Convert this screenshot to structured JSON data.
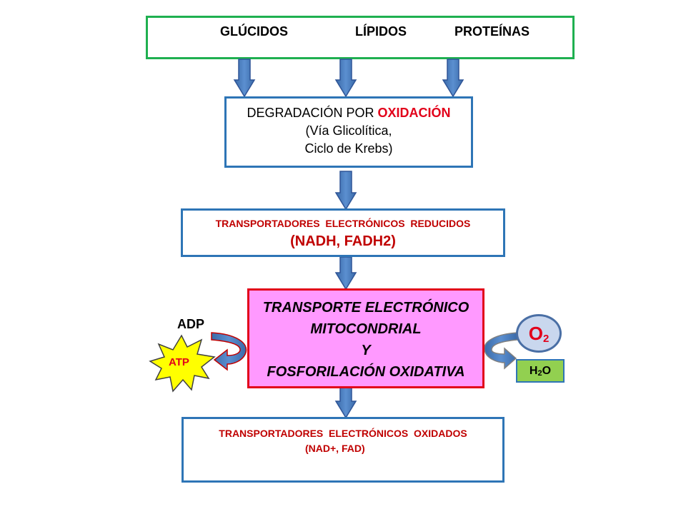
{
  "nutrients": [
    "GLÚCIDOS",
    "LÍPIDOS",
    "PROTEÍNAS"
  ],
  "degradation": {
    "prefix": "DEGRADACIÓN POR ",
    "highlight": "OXIDACIÓN",
    "line2": "(Vía Glicolítica,",
    "line3": "Ciclo de Krebs)"
  },
  "reduced": {
    "title": "TRANSPORTADORES  ELECTRÓNICOS  REDUCIDOS",
    "subtitle": "(NADH, FADH2)"
  },
  "mito": {
    "line1": "TRANSPORTE ELECTRÓNICO",
    "line2": "MITOCONDRIAL",
    "line3": "Y",
    "line4": "FOSFORILACIÓN OXIDATIVA"
  },
  "oxidized": {
    "title": "TRANSPORTADORES  ELECTRÓNICOS  OXIDADOS",
    "subtitle": "(NAD+, FAD)"
  },
  "adp": "ADP",
  "atp": "ATP",
  "o2": {
    "symbol": "O",
    "sub": "2"
  },
  "h2o": {
    "h": "H",
    "sub": "2",
    "o": "O"
  },
  "colors": {
    "green_border": "#1fb050",
    "blue_border": "#2e75b6",
    "red": "#e2001a",
    "pink_fill": "#ff99ff",
    "arrow_fill": "#4f81bd",
    "atp_star": "#ffff00"
  }
}
